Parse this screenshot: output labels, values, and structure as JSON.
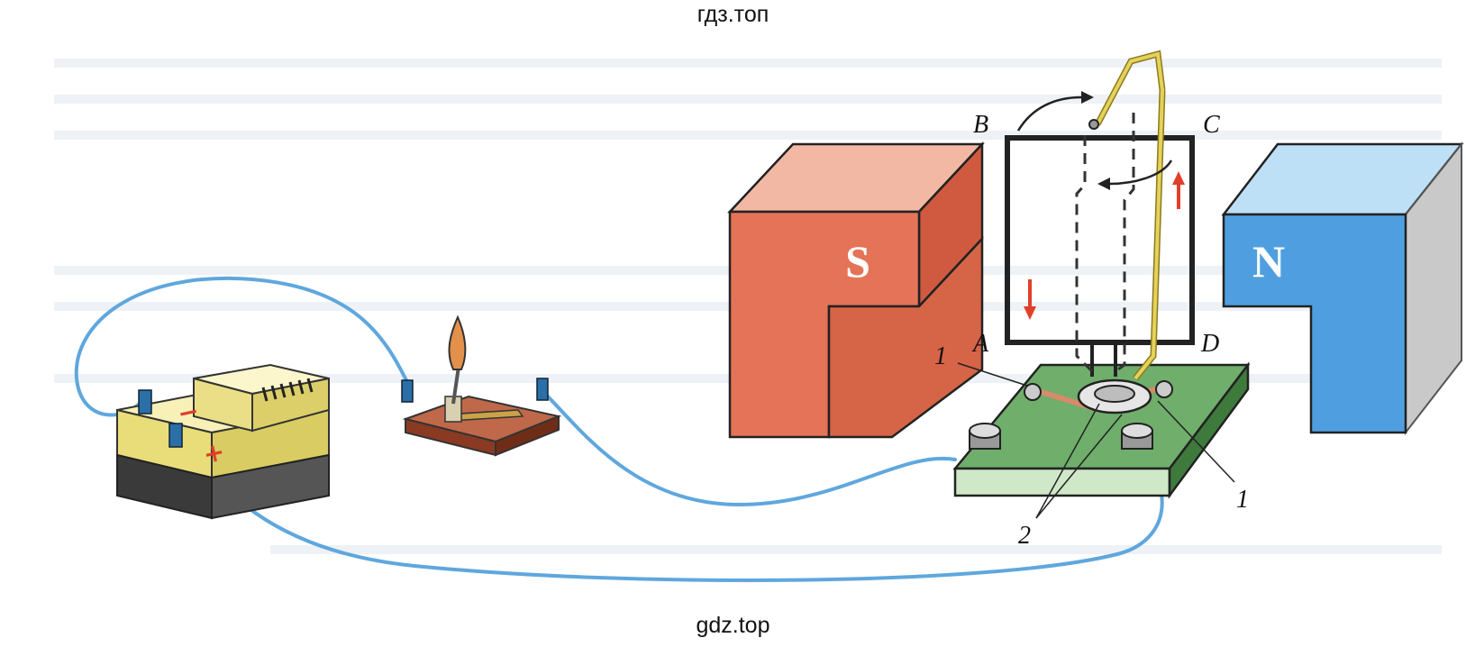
{
  "watermark_top": "гдз.топ",
  "watermark_bottom": "gdz.top",
  "magnets": {
    "south": {
      "label": "S"
    },
    "north": {
      "label": "N"
    }
  },
  "frame_corners": {
    "b": "B",
    "c": "C",
    "a": "A",
    "d": "D"
  },
  "callouts": {
    "contacts_left": "1",
    "contacts_right": "1",
    "brushes": "2"
  },
  "battery": {
    "minus": "−",
    "plus": "+"
  },
  "colors": {
    "south_magnet": "#e57358",
    "north_magnet": "#4f9fe0",
    "wire": "#5fa7dd",
    "base_plate": "#5c9a5a",
    "frame_wire": "#d8c24a",
    "battery": "#f0e68a",
    "switch_base": "#9b4a2e",
    "current_arrow": "#e0402a"
  }
}
